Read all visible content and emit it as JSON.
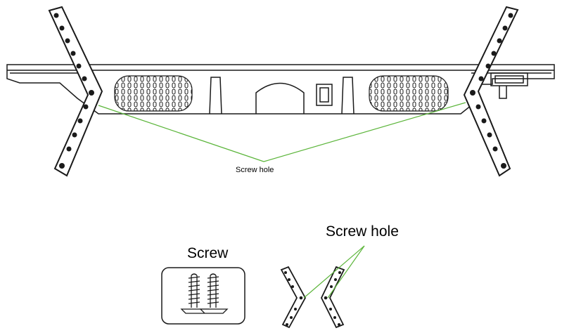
{
  "labels": {
    "screw_hole_small": "Screw hole",
    "screw": "Screw",
    "screw_hole_large": "Screw hole"
  },
  "colors": {
    "outline": "#1a1a1a",
    "leader_line": "#5bb53a"
  }
}
